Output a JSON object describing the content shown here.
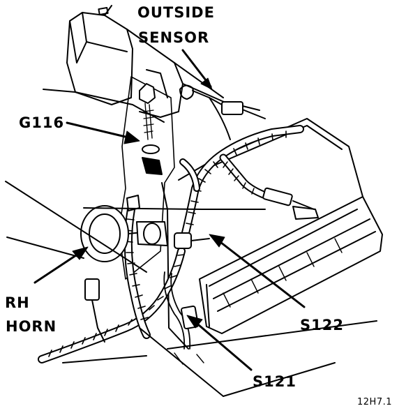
{
  "labels": {
    "outside_sensor": [
      "OUTSIDE",
      "SENSOR"
    ],
    "g116": "G116",
    "rh_horn": [
      "RH",
      "HORN"
    ],
    "s122": "S122",
    "s121": "S121",
    "figure_code": "12H7.1"
  },
  "colors": {
    "ink": "#000000",
    "paper": "#ffffff"
  }
}
